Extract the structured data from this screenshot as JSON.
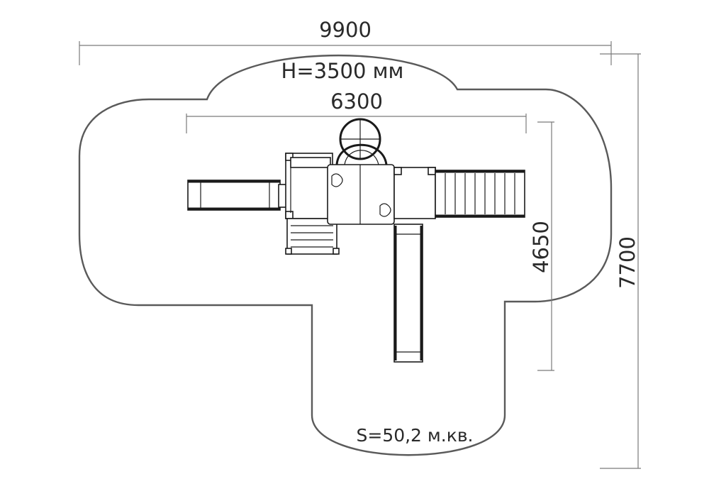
{
  "dimensions": {
    "overall_width": "9900",
    "height_label": "H=3500 мм",
    "equipment_width": "6300",
    "equipment_depth": "4650",
    "overall_depth": "7700"
  },
  "area_label": "S=50,2 м.кв."
}
